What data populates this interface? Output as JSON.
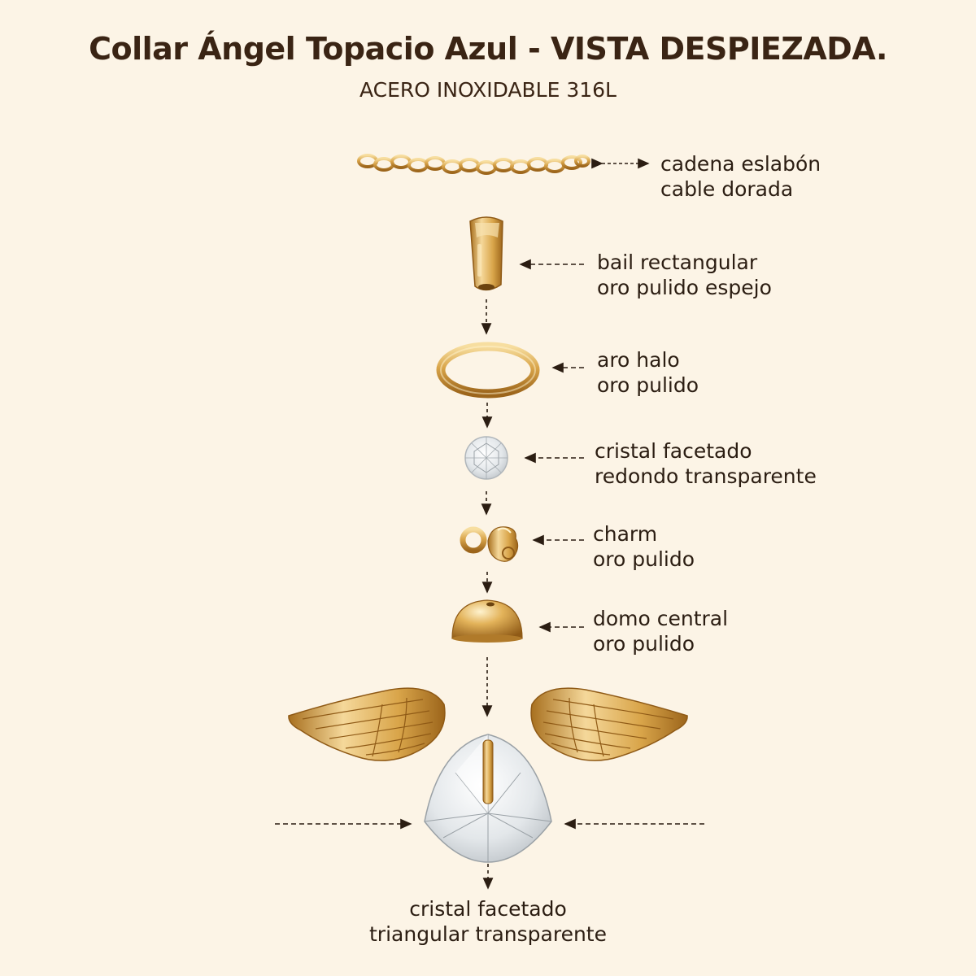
{
  "title": "Collar Ángel Topacio Azul - VISTA DESPIEZADA.",
  "subtitle": "ACERO INOXIDABLE 316L",
  "colors": {
    "background": "#fcf4e6",
    "gold": "#d9a54a",
    "gold_dark": "#a8701f",
    "gold_light": "#f5d89a",
    "crystal": "#e8ecef",
    "text": "#2b1d12"
  },
  "parts": [
    {
      "id": "chain",
      "icon": "chain-icon",
      "line1": "cadena eslabón",
      "line2": "cable dorada"
    },
    {
      "id": "bail",
      "icon": "bail-icon",
      "line1": "bail rectangular",
      "line2": "oro pulido espejo"
    },
    {
      "id": "halo",
      "icon": "halo-ring-icon",
      "line1": "aro halo",
      "line2": "oro pulido"
    },
    {
      "id": "round-crystal",
      "icon": "round-crystal-icon",
      "line1": "cristal facetado",
      "line2": "redondo transparente"
    },
    {
      "id": "charm",
      "icon": "charm-icon",
      "line1": "charm",
      "line2": "oro pulido"
    },
    {
      "id": "dome",
      "icon": "dome-icon",
      "line1": "domo central",
      "line2": "oro pulido"
    },
    {
      "id": "triangle-crystal",
      "icon": "triangle-crystal-icon",
      "line1": "cristal facetado",
      "line2": "triangular transparente"
    }
  ]
}
